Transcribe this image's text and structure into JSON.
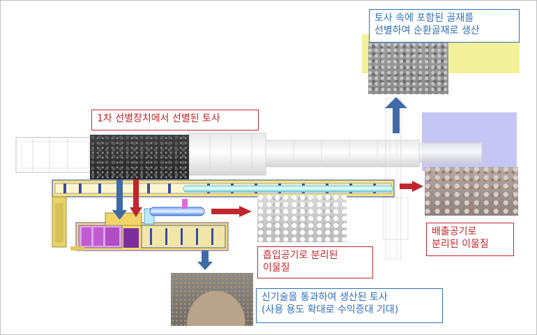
{
  "labels": {
    "top_right": "토사 속에 포함된 골재를\n선별하여 순환골재로 생산",
    "first_screen": "1차 선별장치에서 선별된 토사",
    "suction": "흡입공기로 분리된\n이물질",
    "exhaust": "배출공기로\n분리된 이물질",
    "bottom": "신기술을 통과하여 생산된 토사\n(사용 용도 확대로 수익증대 기대)"
  },
  "colors": {
    "red_text": "#c0262d",
    "blue_text": "#2f6fb6",
    "arrow_blue": "#3f6aa5",
    "arrow_red": "#c0262d",
    "yellow_highlight": "#f3f29a",
    "lavender_highlight": "#c6c6f5"
  },
  "icons": {
    "arrows": [
      "arrow-up-icon",
      "arrow-down-icon",
      "arrow-right-icon"
    ]
  }
}
